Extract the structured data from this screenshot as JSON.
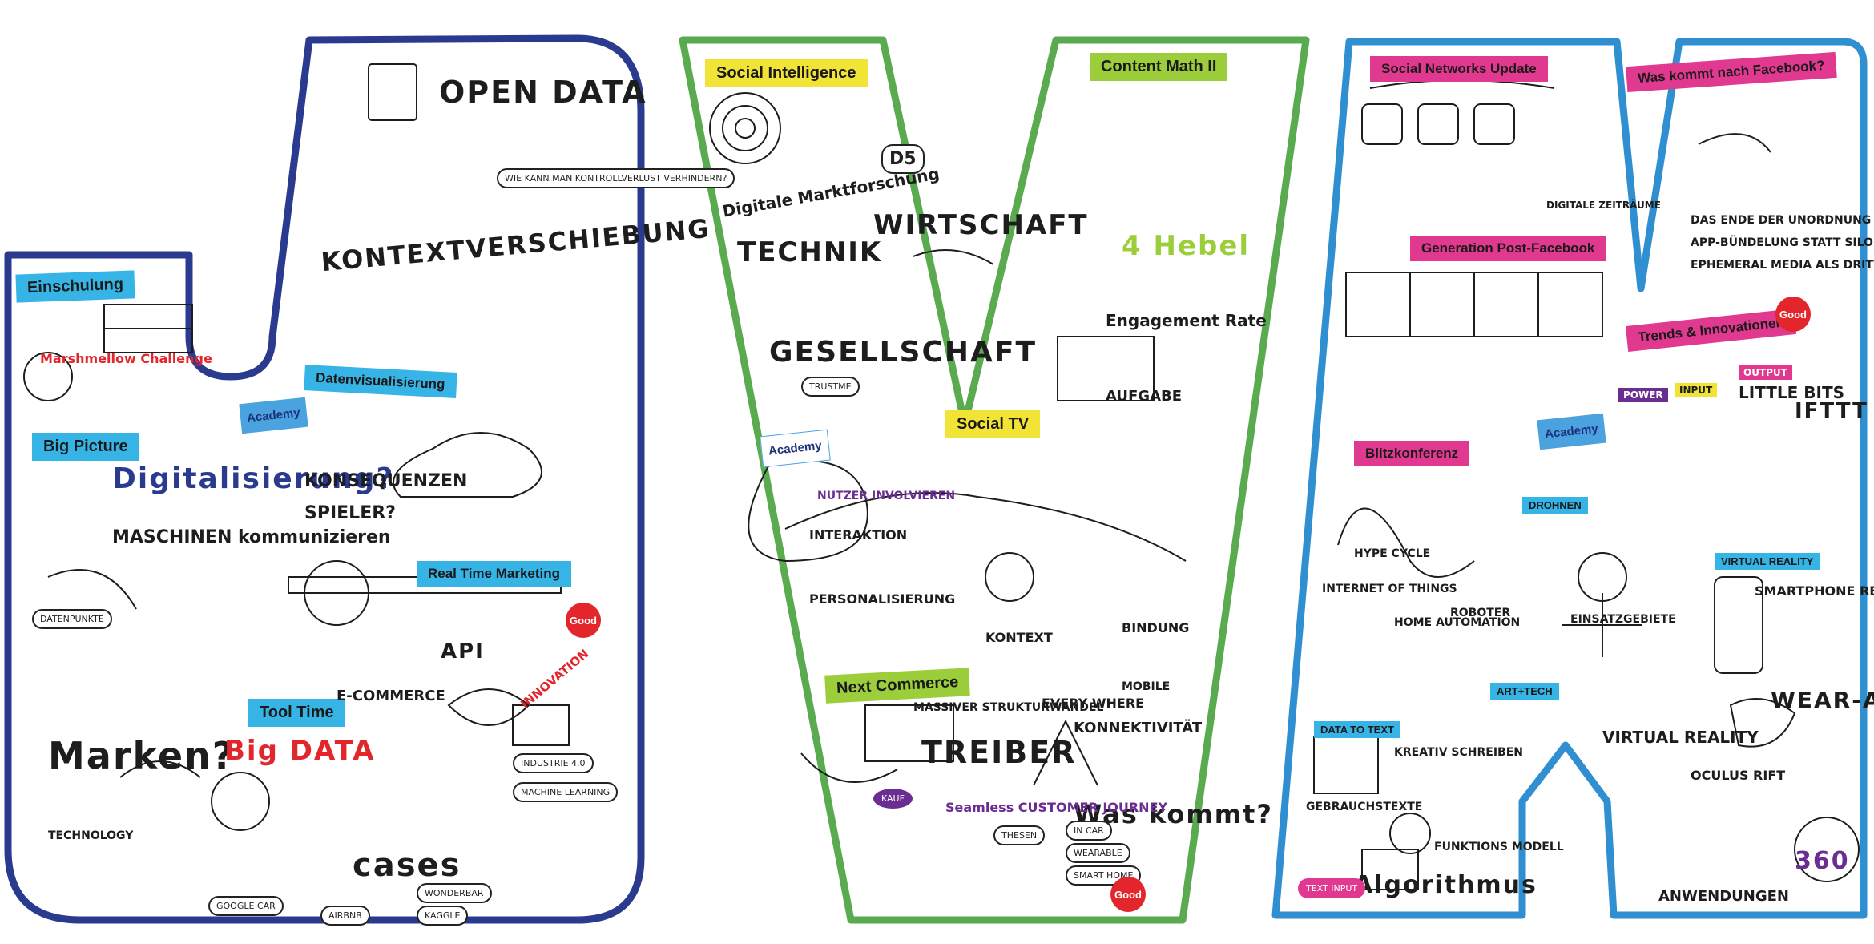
{
  "colors": {
    "u_outline": "#2a3b8f",
    "v_outline": "#5aab4f",
    "m_outline": "#2f8fd0",
    "blue_banner": "#35b4e5",
    "yellow_banner": "#f1e437",
    "green_banner": "#9ccd3b",
    "pink_banner": "#e0398f",
    "good_red": "#e2262b"
  },
  "u_letter": {
    "banners": {
      "einschulung": "Einschulung",
      "datenvisualisierung": "Datenvisualisierung",
      "big_picture": "Big Picture",
      "real_time_marketing": "Real Time Marketing",
      "tool_time": "Tool Time"
    },
    "headlines": {
      "open_data": "OPEN DATA",
      "kontextverschiebung": "KONTEXTVERSCHIEBUNG",
      "digitalisierung": "Digitalisierung?",
      "marken": "Marken?",
      "big_data": "Big DATA",
      "cases": "cases",
      "maschinen": "MASCHINEN kommunizieren",
      "konsequenzen": "KONSEQUENZEN",
      "e_commerce": "E-COMMERCE",
      "api": "API",
      "spieler": "SPIELER?",
      "marshmellow": "Marshmellow Challenge",
      "technology": "TECHNOLOGY",
      "innovation": "INNOVATION"
    },
    "notes": {
      "kontrollverlust": "WIE KANN MAN KONTROLLVERLUST VERHINDERN?",
      "datenpunkte": "DATENPUNKTE",
      "wonderbar": "WONDERBAR",
      "airbnb": "AIRBNB",
      "google_car": "GOOGLE CAR",
      "kaggle": "KAGGLE",
      "industrie": "INDUSTRIE 4.0",
      "machine_learning": "MACHINE LEARNING"
    },
    "sticky": "Academy",
    "badge": "Good"
  },
  "v_letter": {
    "banners": {
      "social_intelligence": "Social Intelligence",
      "content_math": "Content Math II",
      "social_tv": "Social TV",
      "next_commerce": "Next Commerce"
    },
    "headlines": {
      "technik": "TECHNIK",
      "wirtschaft": "WIRTSCHAFT",
      "gesellschaft": "GESELLSCHAFT",
      "digitale_marktforschung": "Digitale Marktforschung",
      "hebel": "4 Hebel",
      "engagement_rate": "Engagement Rate",
      "aufgabe": "AUFGABE",
      "treiber": "TREIBER",
      "was_kommt": "Was kommt?",
      "seamless": "Seamless CUSTOMER JOURNEY",
      "konnektivitaet": "KONNEKTIVITÄT",
      "every_where": "EVERY WHERE",
      "mobile": "MOBILE",
      "personalisierung": "PERSONALISIERUNG",
      "interaktion": "INTERAKTION",
      "kontext": "KONTEXT",
      "bindung": "BINDUNG",
      "nutzer": "NUTZER INVOLVIEREN",
      "struktur": "MASSIVER STRUKTURWANDEL"
    },
    "notes": {
      "d5": "D5",
      "trustme": "TRUSTME",
      "kauf": "KAUF",
      "thesen": "THESEN",
      "smart_home": "SMART HOME",
      "wearable": "WEARABLE",
      "in_car": "IN CAR"
    },
    "sticky": "Academy",
    "badge": "Good"
  },
  "m_letter": {
    "banners": {
      "social_networks": "Social Networks Update",
      "was_kommt_facebook": "Was kommt nach Facebook?",
      "generation_post": "Generation Post-Facebook",
      "trends": "Trends & Innovationen",
      "blitzkonferenz": "Blitzkonferenz",
      "virtual_reality": "VIRTUAL REALITY",
      "drohnen": "DROHNEN",
      "art_tech": "ART+TECH",
      "data_to_text": "DATA TO TEXT"
    },
    "headlines": {
      "hype_cycle": "HYPE CYCLE",
      "internet_of_things": "INTERNET OF THINGS",
      "home_automation": "HOME AUTOMATION",
      "roboter": "ROBOTER",
      "einsatzgebiete": "EINSATZGEBIETE",
      "smartphone_revolution": "SMARTPHONE REVOLUTION",
      "wearables": "WEAR-ABLES",
      "virtual_reality_big": "VIRTUAL REALITY",
      "oculus_rift": "OCULUS RIFT",
      "anwendungen": "ANWENDUNGEN",
      "algorithmus": "Algorithmus",
      "gebrauchstexte": "GEBRAUCHSTEXTE",
      "kreativ": "KREATIV SCHREIBEN",
      "ende_unordnung": "DAS ENDE DER UNORDNUNG",
      "app_bundling": "APP-BÜNDELUNG STATT SILOS",
      "ephemeral": "EPHEMERAL MEDIA ALS DRITTES WEB",
      "little_bits": "LITTLE BITS",
      "ifttt": "IFTTT",
      "power": "POWER",
      "input": "INPUT",
      "output": "OUTPUT",
      "digitale_zeitraeume": "DIGITALE ZEITRÄUME",
      "funktionsmodell": "FUNKTIONS MODELL"
    },
    "notes": {
      "three_sixty": "360",
      "textinput": "TEXT INPUT"
    },
    "sticky": "Academy",
    "badge": "Good"
  }
}
